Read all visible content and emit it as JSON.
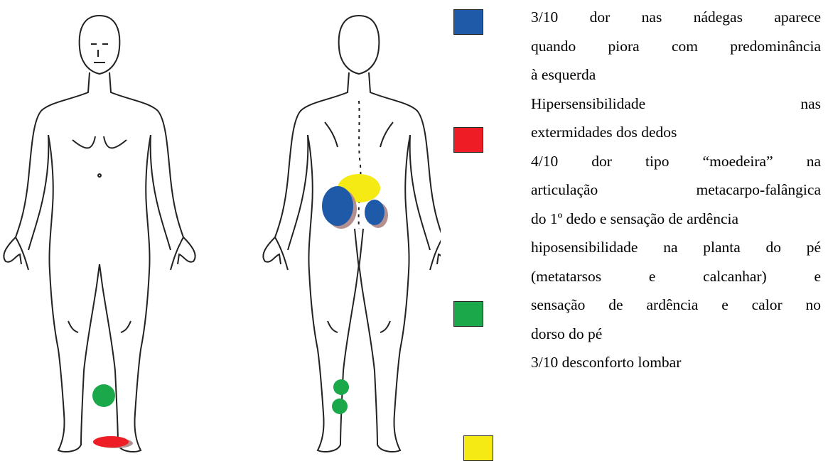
{
  "colors": {
    "blue": "#1f5aa8",
    "red": "#ee1c25",
    "green": "#1aa84a",
    "yellow": "#f5ea14",
    "outline": "#222222",
    "shadow": "#b48f8f"
  },
  "figures": {
    "front_view": {
      "body": "front",
      "pain_marks": [
        "green",
        "red"
      ]
    },
    "back_view": {
      "body": "back",
      "pain_marks": [
        "yellow",
        "blue",
        "blue",
        "green",
        "green"
      ]
    }
  },
  "legend": [
    {
      "color": "blue",
      "lines": [
        "3/10 dor nas nádegas aparece",
        "quando piora com predominância",
        "à esquerda"
      ]
    },
    {
      "color": "red",
      "lines": [
        "Hipersensibilidade nas",
        "extermidades dos dedos"
      ]
    },
    {
      "color": "none",
      "lines": [
        "4/10 dor tipo “moedeira” na",
        "articulação metacarpo-falângica",
        "do 1º dedo e sensação de ardência"
      ]
    },
    {
      "color": "green",
      "lines": [
        "hiposensibilidade na planta do pé",
        "(metatarsos e calcanhar) e",
        "sensação de ardência e calor no",
        "dorso do pé"
      ]
    },
    {
      "color": "yellow",
      "lines": [
        "3/10 desconforto lombar"
      ]
    }
  ]
}
